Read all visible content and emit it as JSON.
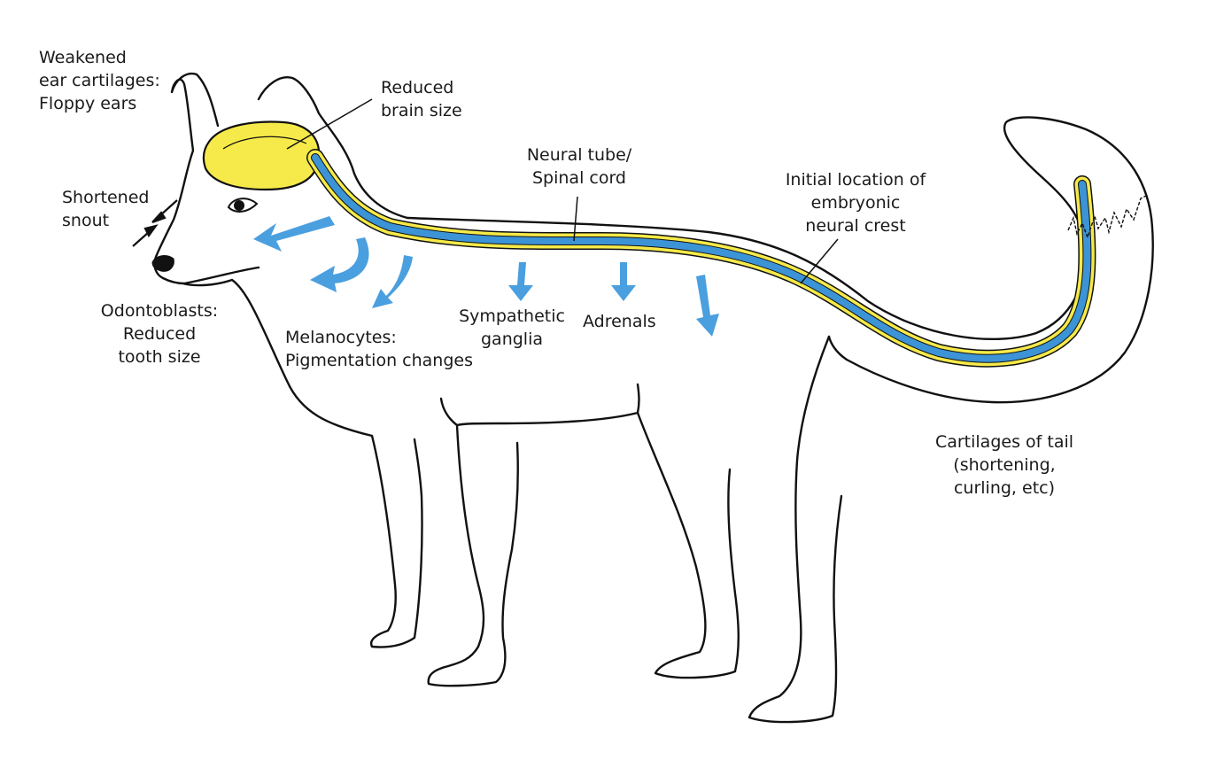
{
  "colors": {
    "outline": "#111111",
    "neural_tube_fill": "#3c93d6",
    "neural_crest_fill": "#f6ea4a",
    "migration_arrow": "#4a9fdf",
    "label_text": "#1a1a1a"
  },
  "labels": {
    "ears": [
      "Weakened",
      "ear cartilages:",
      "Floppy ears"
    ],
    "brain": [
      "Reduced",
      "brain size"
    ],
    "snout": [
      "Shortened",
      "snout"
    ],
    "neural_tube": [
      "Neural tube/",
      "Spinal cord"
    ],
    "neural_crest": [
      "Initial location of",
      "embryonic",
      "neural crest"
    ],
    "teeth": [
      "Odontoblasts:",
      "Reduced",
      "tooth size"
    ],
    "melanocytes": [
      "Melanocytes:",
      "Pigmentation changes"
    ],
    "sympathetic": [
      "Sympathetic",
      "ganglia"
    ],
    "adrenals": [
      "Adrenals"
    ],
    "tail": [
      "Cartilages of tail",
      "(shortening,",
      "curling, etc)"
    ]
  }
}
